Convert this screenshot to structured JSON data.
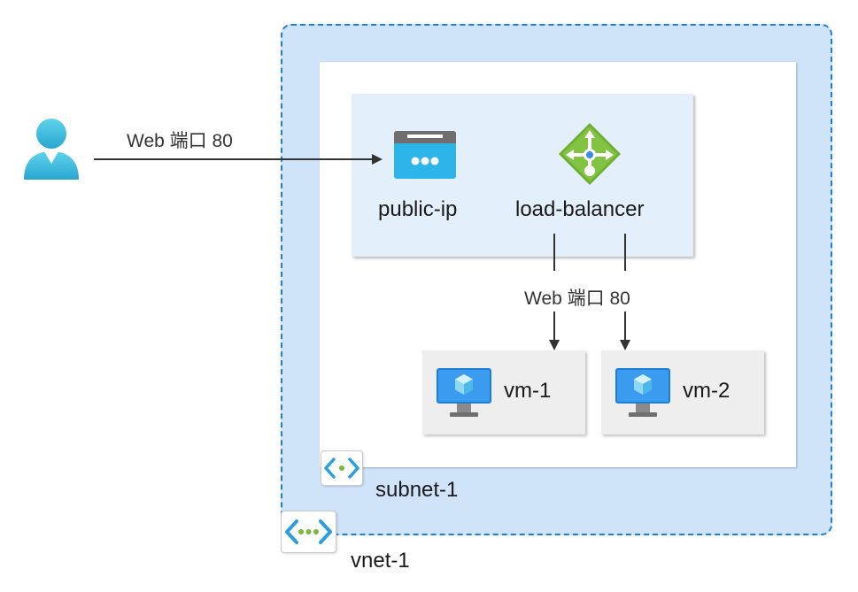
{
  "diagram": {
    "user": {
      "icon": "user-icon"
    },
    "inbound_arrow": {
      "label": "Web 端口 80"
    },
    "vnet": {
      "label": "vnet-1",
      "icon": "virtual-network-icon"
    },
    "subnet": {
      "label": "subnet-1",
      "icon": "subnet-icon"
    },
    "public_ip": {
      "label": "public-ip",
      "icon": "public-ip-icon"
    },
    "load_balancer": {
      "label": "load-balancer",
      "icon": "load-balancer-icon"
    },
    "backend_arrows": {
      "label": "Web 端口 80"
    },
    "vms": [
      {
        "label": "vm-1",
        "icon": "virtual-machine-icon"
      },
      {
        "label": "vm-2",
        "icon": "virtual-machine-icon"
      }
    ],
    "colors": {
      "vnet_fill": "#cfe3f9",
      "vnet_border": "#1f7fd6",
      "lb_group_fill": "#e3effb",
      "vm_fill": "#eeeeee",
      "arrow": "#333333"
    }
  }
}
